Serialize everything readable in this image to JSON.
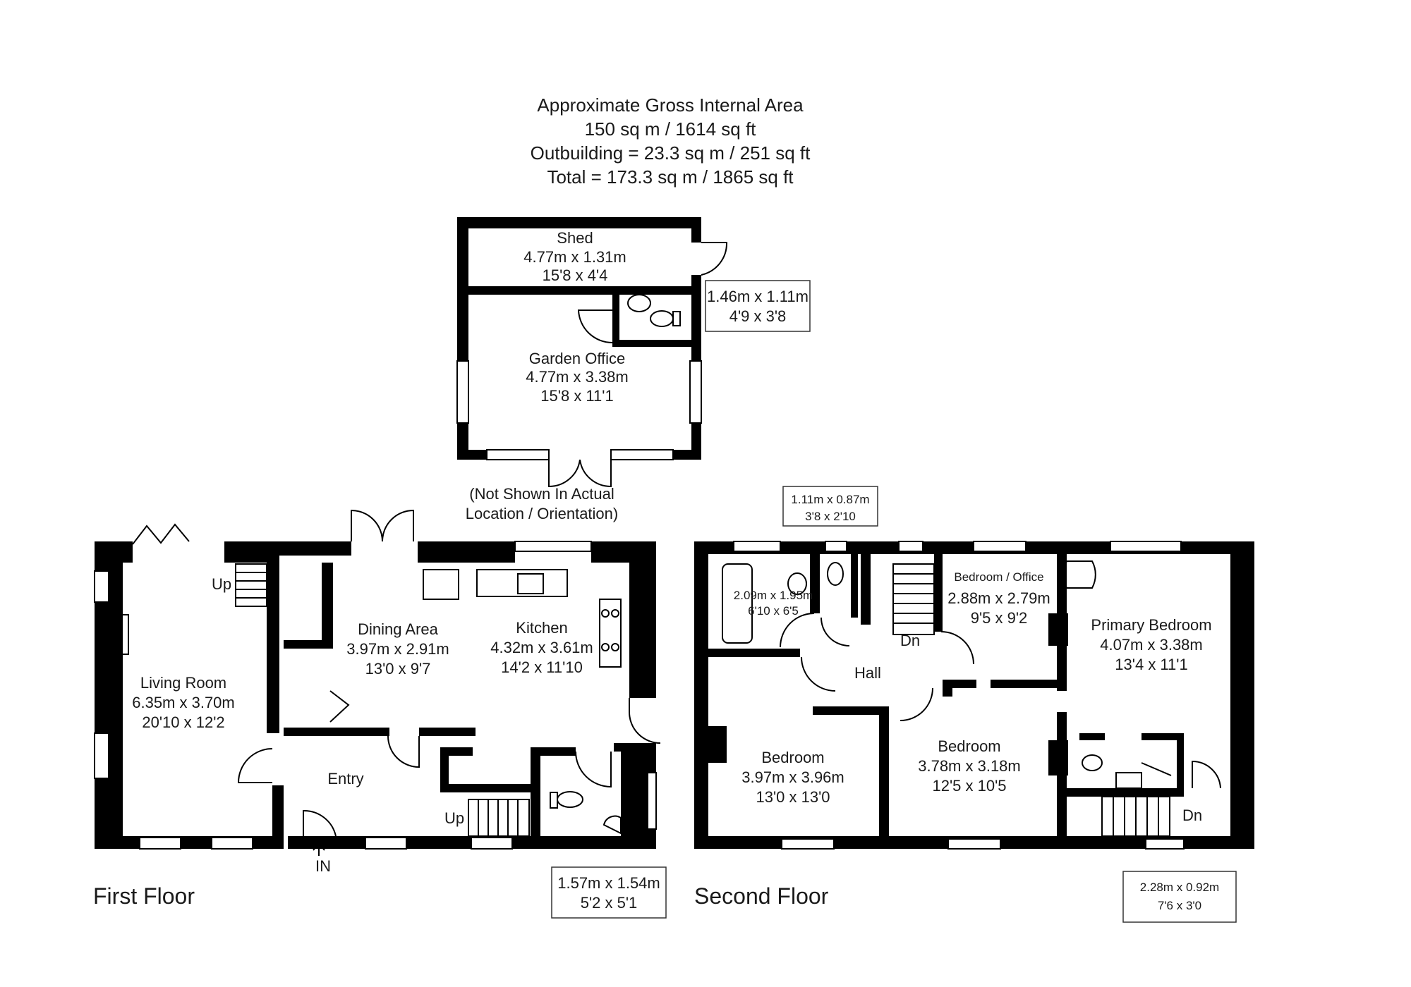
{
  "summary": {
    "line1": "Approximate Gross Internal Area",
    "line2": "150 sq m / 1614 sq ft",
    "line3": "Outbuilding = 23.3 sq m / 251 sq ft",
    "line4": "Total = 173.3 sq m / 1865 sq ft"
  },
  "outbuilding": {
    "shed": {
      "name": "Shed",
      "metric": "4.77m x 1.31m",
      "imperial": "15'8 x 4'4"
    },
    "wc": {
      "metric": "1.46m x 1.11m",
      "imperial": "4'9 x 3'8"
    },
    "office": {
      "name": "Garden Office",
      "metric": "4.77m x 3.38m",
      "imperial": "15'8 x 11'1"
    },
    "note1": "(Not Shown In Actual",
    "note2": "Location / Orientation)"
  },
  "first_floor": {
    "label": "First Floor",
    "living": {
      "name": "Living Room",
      "metric": "6.35m x 3.70m",
      "imperial": "20'10 x 12'2"
    },
    "dining": {
      "name": "Dining Area",
      "metric": "3.97m x 2.91m",
      "imperial": "13'0 x 9'7"
    },
    "kitchen": {
      "name": "Kitchen",
      "metric": "4.32m x 3.61m",
      "imperial": "14'2 x 11'10"
    },
    "entry": {
      "name": "Entry"
    },
    "up1": "Up",
    "up2": "Up",
    "in": "IN",
    "wc": {
      "metric": "1.57m x 1.54m",
      "imperial": "5'2 x 5'1"
    }
  },
  "second_floor": {
    "label": "Second Floor",
    "wc_box": {
      "metric": "1.11m x 0.87m",
      "imperial": "3'8 x 2'10"
    },
    "bath": {
      "metric": "2.09m x 1.95m",
      "imperial": "6'10 x 6'5"
    },
    "office": {
      "name": "Bedroom / Office",
      "metric": "2.88m x 2.79m",
      "imperial": "9'5 x 9'2"
    },
    "primary": {
      "name": "Primary Bedroom",
      "metric": "4.07m x 3.38m",
      "imperial": "13'4 x 11'1"
    },
    "hall": {
      "name": "Hall"
    },
    "dn1": "Dn",
    "dn2": "Dn",
    "bed1": {
      "name": "Bedroom",
      "metric": "3.97m x 3.96m",
      "imperial": "13'0 x 13'0"
    },
    "bed2": {
      "name": "Bedroom",
      "metric": "3.78m x 3.18m",
      "imperial": "12'5 x 10'5"
    },
    "landing": {
      "metric": "2.28m x 0.92m",
      "imperial": "7'6 x 3'0"
    }
  }
}
